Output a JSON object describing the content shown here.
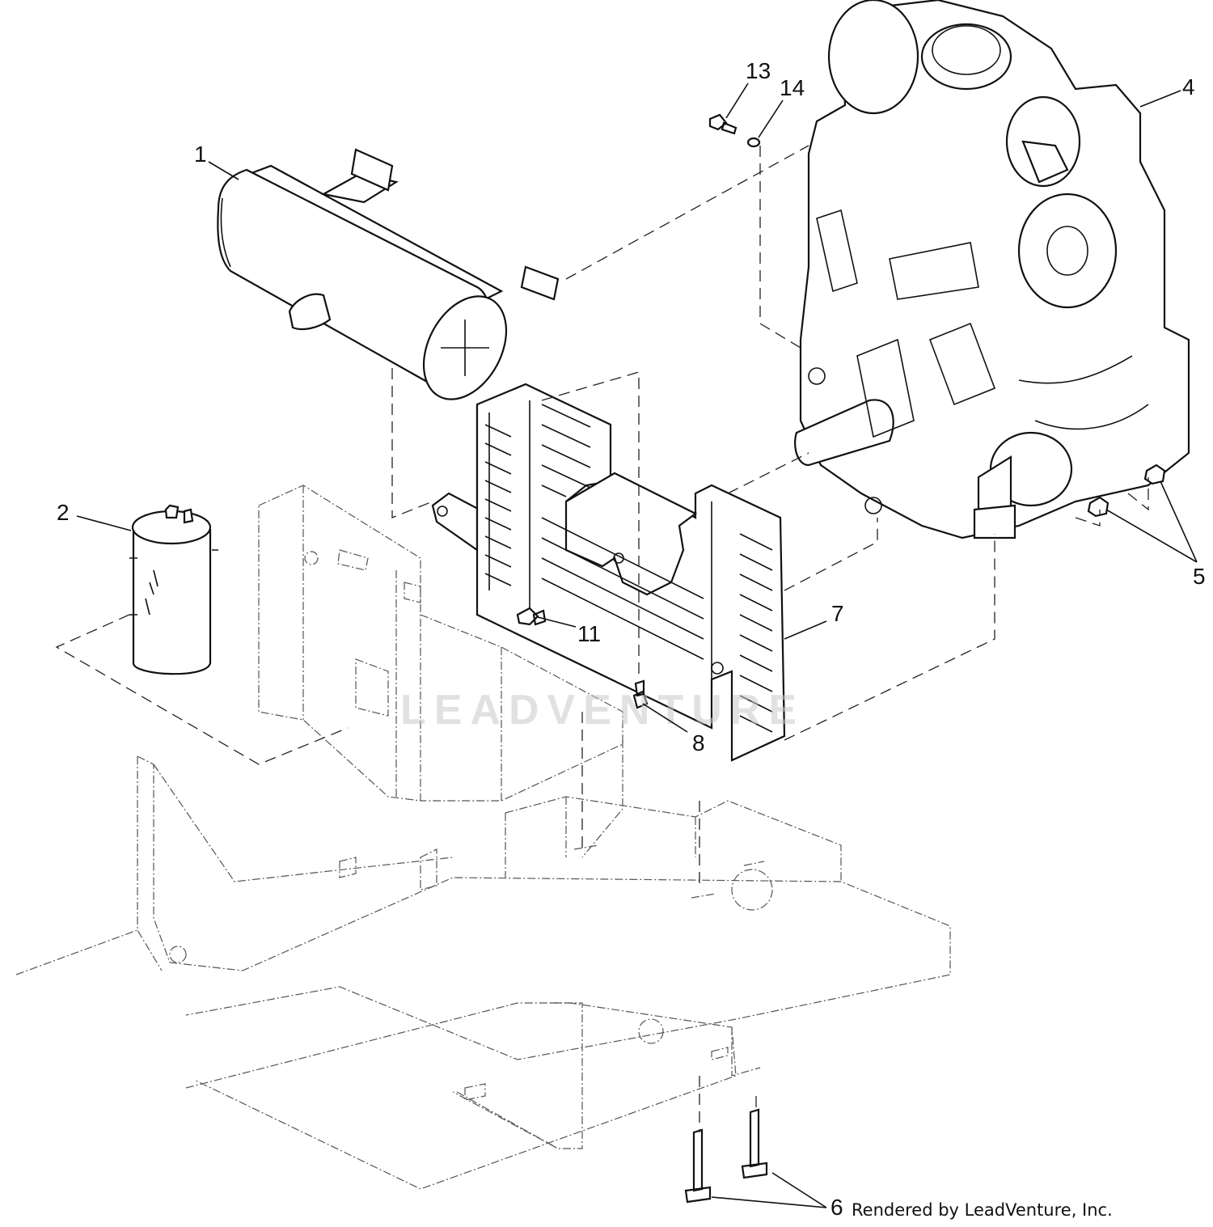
{
  "watermark": "LEADVENTURE",
  "credit": "Rendered by LeadVenture, Inc.",
  "callouts": [
    {
      "number": "1"
    },
    {
      "number": "2"
    },
    {
      "number": "4"
    },
    {
      "number": "5"
    },
    {
      "number": "6"
    },
    {
      "number": "7"
    },
    {
      "number": "8"
    },
    {
      "number": "11"
    },
    {
      "number": "13"
    },
    {
      "number": "14"
    }
  ]
}
